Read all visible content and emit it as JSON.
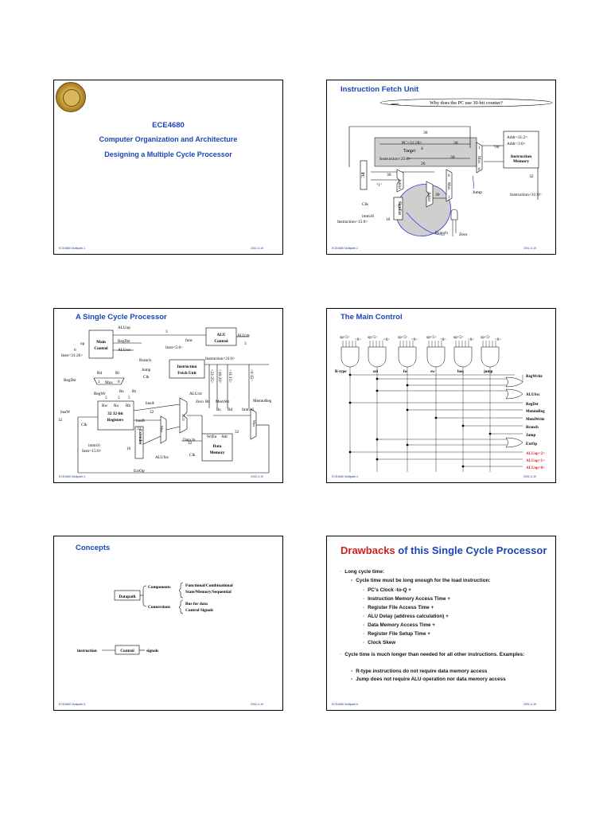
{
  "slide1": {
    "course": "ECE4680",
    "subtitle": "Computer Organization and Architecture",
    "topic": "Designing a Multiple Cycle Processor",
    "footer_left": "ECE4680 Multipath.1",
    "footer_right": "2002-3-19"
  },
  "slide2": {
    "title": "Instruction Fetch Unit",
    "callout": "Why does the PC use 30-bit counter?",
    "labels": {
      "n30a": "30",
      "pc": "PC<31:28>",
      "target": "Target",
      "instr": "Instruction<25:0>",
      "n4": "4",
      "n26": "26",
      "n30b": "30",
      "n30c": "30",
      "n30d": "30",
      "n30e": "30",
      "addr1": "Addr<31:2>",
      "addr2": "Addr<1:0>",
      "oo": "\"00\"",
      "imem1": "Instruction",
      "imem2": "Memory",
      "n32": "32",
      "instr31": "Instruction<31:0>",
      "pcbox": "PC",
      "one": "\"1\"",
      "adder": "Adder",
      "adder2": "Adder",
      "mux": "Mux",
      "m0": "0",
      "m1": "1",
      "clk": "Clk",
      "jump": "Jump",
      "signext": "SignExt",
      "imm16": "imm16",
      "instr15": "Instruction<15:0>",
      "n16": "16",
      "branch": "Branch",
      "zero": "Zero"
    },
    "footer_left": "ECE4680 Multipath.2",
    "footer_right": "2002-3-19"
  },
  "slide3": {
    "title": "A Single Cycle Processor",
    "labels": {
      "aluop": "ALUop",
      "regdst": "RegDst",
      "alusrc": "ALUsrc",
      "main": "Main",
      "control": "Control",
      "op": "op",
      "n6": "6",
      "instr31_26": "Instr<31:26>",
      "n3a": "3",
      "n3b": "3",
      "func": "func",
      "instr5": "Instr<5:0>",
      "n6b": "6",
      "alu1": "ALU",
      "alu2": "Control",
      "aluctr": "ALUctr",
      "branch": "Branch",
      "jump": "Jump",
      "clk": "Clk",
      "ifu1": "Instruction",
      "ifu2": "Fetch Unit",
      "instr31": "Instruction<31:0>",
      "rd": "Rd",
      "rt": "Rt",
      "regdst2": "RegDst",
      "mux": "Mux",
      "m1": "1",
      "m0": "0",
      "regwr": "RegWr",
      "rs": "Rs",
      "rt2": "Rt",
      "rw": "Rw",
      "ra": "Ra",
      "rb": "Rb",
      "regs1": "32 32-bit",
      "regs2": "Registers",
      "busa": "busA",
      "busb": "busB",
      "busw": "busW",
      "n5a": "5",
      "n5b": "5",
      "n5c": "5",
      "n32a": "32",
      "n32b": "32",
      "n32c": "32",
      "n32d": "32",
      "n32e": "32",
      "clk2": "Clk",
      "imm16": "imm16",
      "instr15": "Instr<15:0>",
      "n16": "16",
      "extender": "Extender",
      "alusrc2": "ALUSrc",
      "extop": "ExtOp",
      "aluctr2": "ALUctr",
      "zero": "Zero",
      "memwr": "MemWr",
      "memtoreg": "MemtoReg",
      "wren": "WrEn",
      "adr": "Adr",
      "datain": "Data In",
      "dm1": "Data",
      "dm2": "Memory",
      "clk3": "Clk",
      "b2125": "<21:25>",
      "b1620": "<16:20>",
      "b1115": "<11:15>",
      "b015": "<0:15>",
      "rt3": "Rt",
      "rs2": "Rs",
      "rd2": "Rd",
      "imm2": "Imm16",
      "alu": "ALU"
    },
    "footer_left": "ECE4680 Multipath.3",
    "footer_right": "2002-3-19"
  },
  "slide4": {
    "title": "The Main Control",
    "opcodes": [
      "op<5>",
      "op<5>",
      "op<5>",
      "op<5>",
      "op<5>",
      "op<5>"
    ],
    "op0": [
      "<0>",
      "<0>",
      "<0>",
      "<0>",
      "<0>",
      "<0>"
    ],
    "instrs": [
      "R-type",
      "ori",
      "lw",
      "sw",
      "beq",
      "jump"
    ],
    "outputs": [
      "RegWrite",
      "ALUSrc",
      "RegDst",
      "MemtoReg",
      "MemWrite",
      "Branch",
      "Jump",
      "ExtOp",
      "ALUop<2>",
      "ALUop<1>",
      "ALUop<0>"
    ],
    "red_color": "#e02020",
    "footer_left": "ECE4680 Multipath.4",
    "footer_right": "2002-3-19"
  },
  "slide5": {
    "title": "Concepts",
    "datapath": "Datapath",
    "components": "Components",
    "connections": "Connections",
    "comp1": "Functional/Combinational",
    "comp2": "State/Memory/Sequential",
    "conn1": "Bus for data",
    "conn2": "Control Signals",
    "instruction": "instruction",
    "control": "Control",
    "signals": "signals",
    "footer_left": "ECE4680 Multipath.5",
    "footer_right": "2002-3-19"
  },
  "slide6": {
    "title_red": "Drawbacks",
    "title_rest": " of this Single Cycle Processor",
    "b1": "Long cycle time:",
    "b2": "Cycle time must be long enough for the load instruction:",
    "items": [
      "PC’s Clock -to-Q  +",
      "Instruction Memory Access Time +",
      "Register File Access Time  +",
      "ALU Delay (address calculation)  +",
      "Data Memory Access Time  +",
      "Register File Setup Time  +",
      "Clock Skew"
    ],
    "b3": "Cycle time is much longer than needed for all other instructions. Examples:",
    "b4": "R-type instructions do not require data memory access",
    "b5": "Jump does not require ALU operation nor data memory access",
    "footer_left": "ECE4680 Multipath.6",
    "footer_right": "2002-3-19"
  }
}
